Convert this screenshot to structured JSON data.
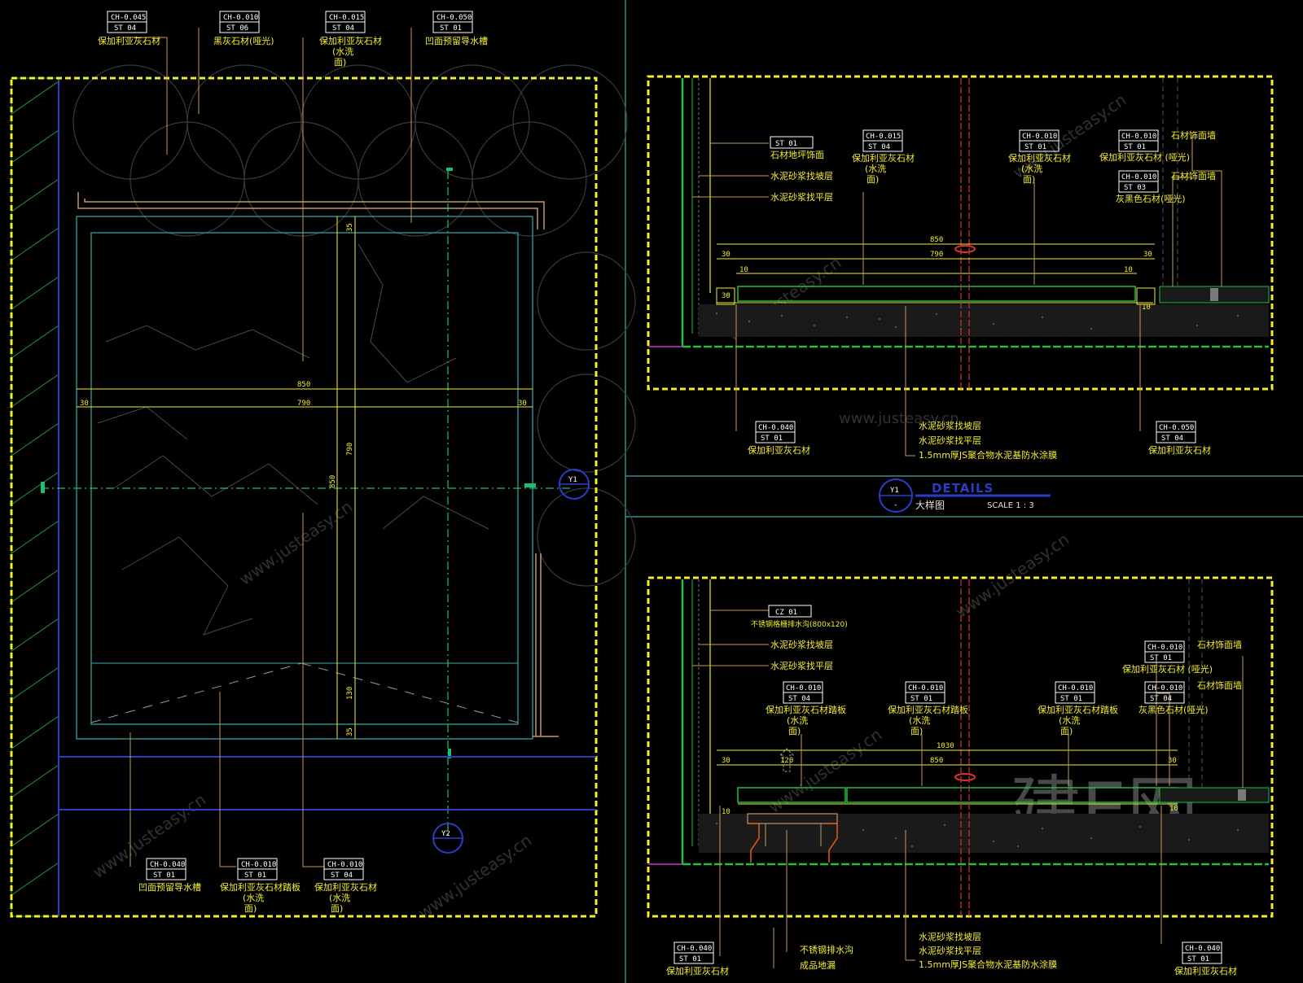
{
  "left_plan": {
    "tags_top": [
      {
        "code": "CH-0.045",
        "mat": "ST 04",
        "label": "保加利亚灰石材"
      },
      {
        "code": "CH-0.010",
        "mat": "ST 06",
        "label": "黑灰石材(哑光)"
      },
      {
        "code": "CH-0.015",
        "mat": "ST 04",
        "label": "保加利亚灰石材",
        "sub1": "(水洗",
        "sub2": "面)"
      },
      {
        "code": "CH-0.050",
        "mat": "ST 01",
        "label": "凹面预留导水槽"
      }
    ],
    "tags_bottom": [
      {
        "code": "CH-0.040",
        "mat": "ST 01",
        "label": "凹面预留导水槽"
      },
      {
        "code": "CH-0.010",
        "mat": "ST 01",
        "label": "保加利亚灰石材踏板",
        "sub1": "(水洗",
        "sub2": "面)"
      },
      {
        "code": "CH-0.010",
        "mat": "ST 04",
        "label": "保加利亚灰石材",
        "sub1": "(水洗",
        "sub2": "面)"
      }
    ],
    "dims": {
      "overall": "850",
      "inner": "790",
      "left": "30",
      "right": "30",
      "vert_total": "850",
      "vert_inner": "790",
      "vert_a": "35",
      "vert_b": "130",
      "vert_c": "35"
    },
    "marker_right": "Y1",
    "marker_bottom": "Y2"
  },
  "detail_top": {
    "tags": [
      {
        "code": "ST 01",
        "mat": "",
        "label": "石材地坪饰面"
      },
      {
        "code": "CH-0.015",
        "mat": "ST 04",
        "label": "保加利亚灰石材",
        "sub1": "(水洗",
        "sub2": "面)"
      },
      {
        "code": "CH-0.010",
        "mat": "ST 01",
        "label": "保加利亚灰石材",
        "sub1": "(水洗",
        "sub2": "面)"
      },
      {
        "code": "CH-0.010",
        "mat": "ST 01",
        "label": "保加利亚灰石材 (哑光)"
      },
      {
        "code": "CH-0.010",
        "mat": "ST 03",
        "label": "灰黑色石材(哑光)"
      }
    ],
    "side_notes": [
      "石材饰面墙",
      "水泥砂浆找坡层",
      "水泥砂浆找平层"
    ],
    "right_notes": [
      "石材饰面墙",
      "石材饰面墙"
    ],
    "bottom_notes": [
      "水泥砂浆找坡层",
      "水泥砂浆找平层",
      "1.5mm厚JS聚合物水泥基防水涂膜"
    ],
    "tag_bl": {
      "code": "CH-0.040",
      "mat": "ST 01",
      "label": "保加利亚灰石材"
    },
    "tag_br": {
      "code": "CH-0.050",
      "mat": "ST 04",
      "label": "保加利亚灰石材"
    },
    "dims": {
      "overall": "850",
      "inner": "790",
      "l": "30",
      "r": "30",
      "a": "10",
      "b": "10",
      "c": "30",
      "d": "10"
    }
  },
  "title_block": {
    "marker": "Y1",
    "marker_sub": "-",
    "title": "DETAILS",
    "subtitle": "大样图",
    "scale": "SCALE 1 : 3"
  },
  "detail_bottom": {
    "tags_left_notes": [
      {
        "code": "CZ 01",
        "label": "不锈钢格栅排水沟(800x120)"
      }
    ],
    "side_notes": [
      "水泥砂浆找坡层",
      "水泥砂浆找平层"
    ],
    "tags": [
      {
        "code": "CH-0.010",
        "mat": "ST 04",
        "label": "保加利亚灰石材踏板",
        "sub1": "(水洗",
        "sub2": "面)"
      },
      {
        "code": "CH-0.010",
        "mat": "ST 01",
        "label": "保加利亚灰石材踏板",
        "sub1": "(水洗",
        "sub2": "面)"
      },
      {
        "code": "CH-0.010",
        "mat": "ST 01",
        "label": "保加利亚灰石材踏板",
        "sub1": "(水洗",
        "sub2": "面)"
      },
      {
        "code": "CH-0.010",
        "mat": "ST 01",
        "label": "保加利亚灰石材 (哑光)"
      },
      {
        "code": "CH-0.010",
        "mat": "ST 04",
        "label": "灰黑色石材(哑光)"
      }
    ],
    "right_notes": [
      "石材饰面墙",
      "石材饰面墙"
    ],
    "bottom_notes": [
      "不锈钢排水沟",
      "成品地漏"
    ],
    "bottom_notes2": [
      "水泥砂浆找坡层",
      "水泥砂浆找平层",
      "1.5mm厚JS聚合物水泥基防水涂膜"
    ],
    "tag_bl": {
      "code": "CH-0.040",
      "mat": "ST 01",
      "label": "保加利亚灰石材"
    },
    "tag_br": {
      "code": "CH-0.040",
      "mat": "ST 01",
      "label": "保加利亚灰石材"
    },
    "dims": {
      "overall": "1030",
      "inner": "850",
      "l": "30",
      "r": "30",
      "grate": "120",
      "a": "10",
      "b": "10"
    }
  },
  "watermark": {
    "brand": "建E网",
    "site": "www.justeasy.cn",
    "site2": "justeasy"
  }
}
